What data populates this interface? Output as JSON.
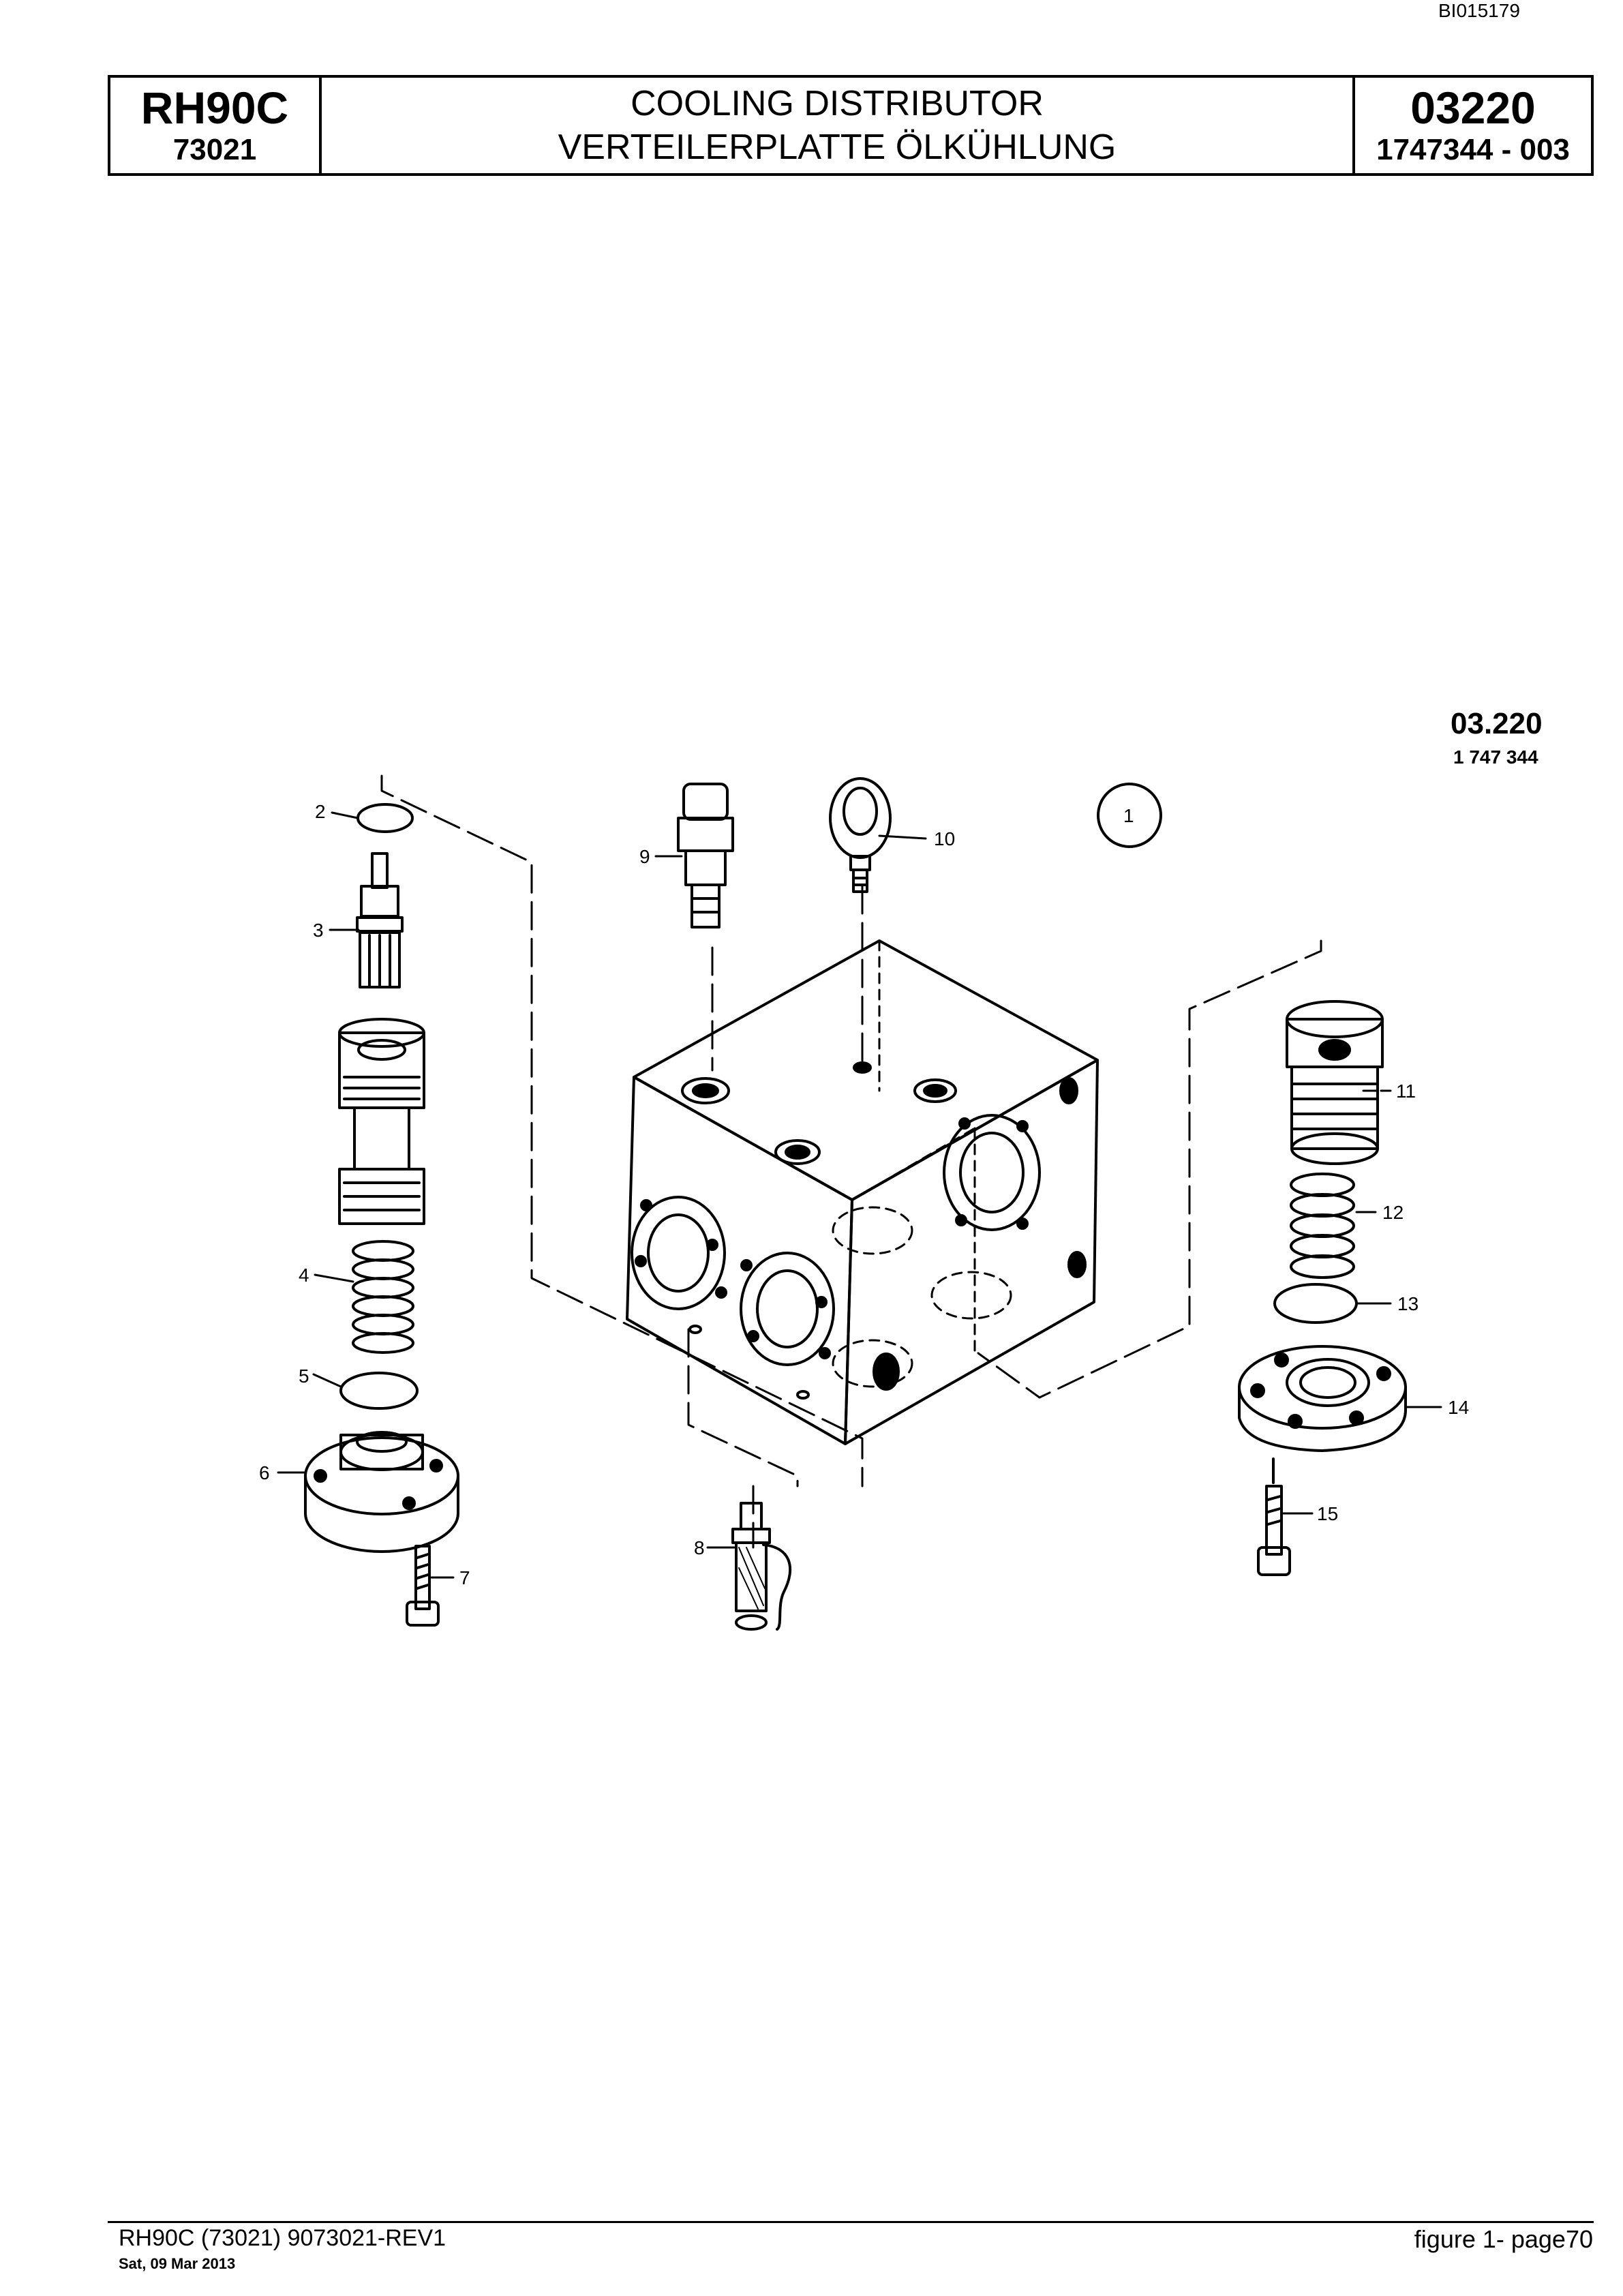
{
  "document_id": "BI015179",
  "header": {
    "model": "RH90C",
    "model_number": "73021",
    "title_en": "COOLING DISTRIBUTOR",
    "title_de": "VERTEILERPLATTE ÖLKÜHLUNG",
    "group_code": "03220",
    "part_number": "1747344  - 003"
  },
  "drawing": {
    "ref_code": "03.220",
    "ref_part": "1 747 344",
    "callouts": [
      "1",
      "2",
      "3",
      "4",
      "5",
      "6",
      "7",
      "8",
      "9",
      "10",
      "11",
      "12",
      "13",
      "14",
      "15"
    ]
  },
  "footer": {
    "left": "RH90C (73021) 9073021-REV1",
    "date": "Sat, 09 Mar 2013",
    "right": "figure  1- page70"
  }
}
